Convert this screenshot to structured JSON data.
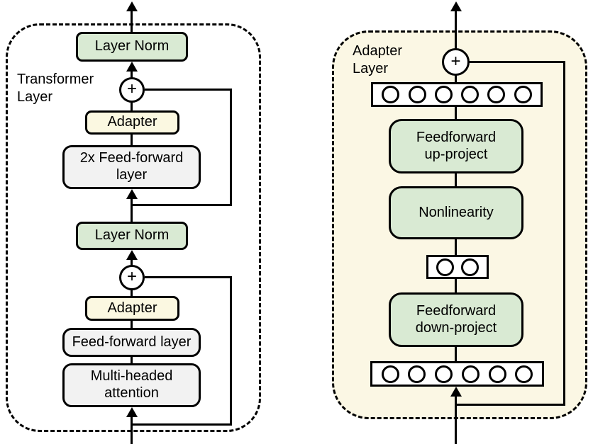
{
  "left": {
    "title": "Transformer Layer",
    "nodes": {
      "layer_norm_top": "Layer Norm",
      "add_top": "+",
      "adapter_top": "Adapter",
      "feedforward_2x": "2x Feed-forward layer",
      "layer_norm_bottom": "Layer Norm",
      "add_bottom": "+",
      "adapter_bottom": "Adapter",
      "feedforward": "Feed-forward layer",
      "attention": "Multi-headed attention"
    }
  },
  "right": {
    "title": "Adapter Layer",
    "nodes": {
      "add": "+",
      "up_project": "Feedforward up-project",
      "nonlinearity": "Nonlinearity",
      "down_project": "Feedforward down-project"
    },
    "feature_rows": {
      "top_count": 6,
      "bottleneck_count": 2,
      "bottom_count": 6
    }
  },
  "colors": {
    "node_green": "#d9ead3",
    "node_yellow": "#fbf8e1",
    "node_gray": "#f2f2f2",
    "adapter_panel_background": "#fbf7e4",
    "line": "#000000",
    "page_background": "#ffffff"
  }
}
